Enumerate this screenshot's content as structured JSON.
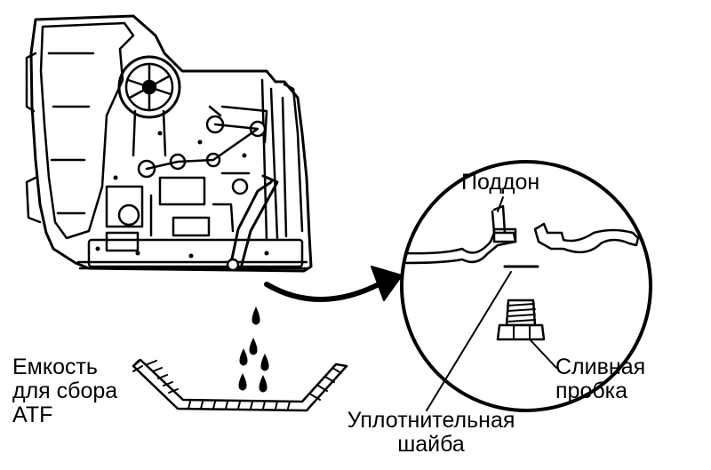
{
  "labels": {
    "pan": "Поддон",
    "drain_plug": [
      "Сливная",
      "пробка"
    ],
    "sealing_washer": [
      "Уплотнительная",
      "шайба"
    ],
    "container": [
      "Емкость",
      "для сбора",
      "ATF"
    ]
  },
  "colors": {
    "ink": "#000000",
    "paper": "#ffffff"
  }
}
